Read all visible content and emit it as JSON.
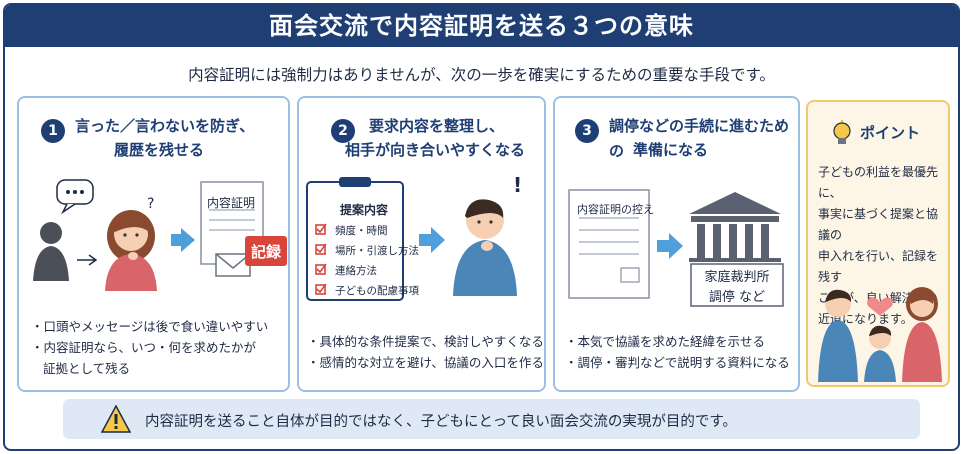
{
  "header": {
    "title": "面会交流で内容証明を送る３つの意味"
  },
  "subtitle": "内容証明には強制力はありませんが、次の一歩を確実にするための重要な手段です。",
  "cards": [
    {
      "number": "1",
      "title_lines": [
        "言った／言わないを防ぎ、",
        "履歴を残せる"
      ],
      "doc_label": "内容証明",
      "stamp": "記録",
      "bullets": [
        "口頭やメッセージは後で食い違いやすい",
        "内容証明なら、いつ・何を求めたかが",
        "証拠として残る"
      ]
    },
    {
      "number": "2",
      "title_lines": [
        "要求内容を整理し、",
        "相手が向き合いやすくなる"
      ],
      "clipboard_title": "提案内容",
      "check_items": [
        "頻度・時間",
        "場所・引渡し方法",
        "連絡方法",
        "子どもの配慮事項"
      ],
      "bullets": [
        "具体的な条件提案で、検討しやすくなる",
        "感情的な対立を避け、協議の入口を作る"
      ]
    },
    {
      "number": "3",
      "title_lines": [
        "調停などの手続に進むための",
        "準備になる"
      ],
      "doc_label": "内容証明の控え",
      "court_lines": [
        "家庭裁判所",
        "調停 など"
      ],
      "bullets": [
        "本気で協議を求めた経緯を示せる",
        "調停・審判などで説明する資料になる"
      ]
    }
  ],
  "point": {
    "title": "ポイント",
    "lines": [
      "子どもの利益を最優先に、",
      "事実に基づく提案と協議の",
      "申入れを行い、記録を残す",
      "ことが、良い解決への",
      "近道になります。"
    ]
  },
  "footer": {
    "text": "内容証明を送ること自体が目的ではなく、子どもにとって良い面会交流の実現が目的です。"
  },
  "colors": {
    "navy": "#1f3f74",
    "card_border": "#9cc0e3",
    "point_border": "#f0c870",
    "stamp_red": "#d9453a",
    "arrow_blue": "#4f9fdc"
  },
  "icons": [
    "speech-bubble-icon",
    "question-mark-icon",
    "envelope-icon",
    "checkbox-icon",
    "exclamation-icon",
    "courthouse-icon",
    "lightbulb-icon",
    "heart-icon",
    "warning-icon"
  ]
}
